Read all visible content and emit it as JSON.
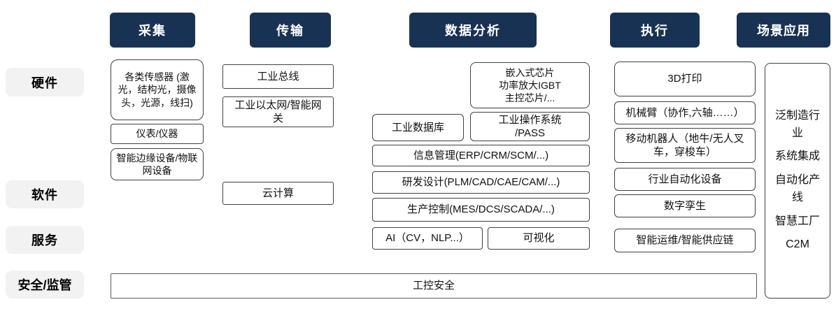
{
  "headers": {
    "collect": "采集",
    "transmit": "传输",
    "analysis": "数据分析",
    "execute": "执行",
    "scenario": "场景应用"
  },
  "row_labels": {
    "hardware": "硬件",
    "software": "软件",
    "service": "服务",
    "security": "安全/监管"
  },
  "collect": {
    "sensors": "各类传感器 (激光，结构光，摄像头，光源，线扫)",
    "instruments": "仪表/仪器",
    "edge_devices": "智能边缘设备/物联网设备"
  },
  "transmit": {
    "bus": "工业总线",
    "ethernet_gateway": "工业以太网/智能网关",
    "cloud": "云计算"
  },
  "analysis": {
    "chips_lines": [
      "嵌入式芯片",
      "功率放大IGBT",
      "主控芯片/..."
    ],
    "database": "工业数据库",
    "os_lines": [
      "工业操作系统",
      "/PASS"
    ],
    "info_mgmt": "信息管理(ERP/CRM/SCM/...)",
    "rnd_design": "研发设计(PLM/CAD/CAE/CAM/...)",
    "production_control": "生产控制(MES/DCS/SCADA/...)",
    "ai": "AI（CV，NLP...）",
    "visualization": "可视化"
  },
  "execute": {
    "printing_3d": "3D打印",
    "robot_arm": "机械臂（协作,六轴……）",
    "mobile_robot": "移动机器人（地牛/无人叉车，穿梭车）",
    "industry_automation": "行业自动化设备",
    "digital_twin": "数字孪生",
    "smart_ops": "智能运维/智能供应链"
  },
  "scenario": {
    "lines": [
      "泛制造行业",
      "系统集成",
      "自动化产线",
      "智慧工厂",
      "C2M"
    ]
  },
  "security": {
    "ics_security": "工控安全"
  },
  "colors": {
    "header_bg": "#183253",
    "header_text": "#ffffff",
    "row_label_bg": "#f2f2f2",
    "box_border": "#404040",
    "box_text": "#111111"
  }
}
